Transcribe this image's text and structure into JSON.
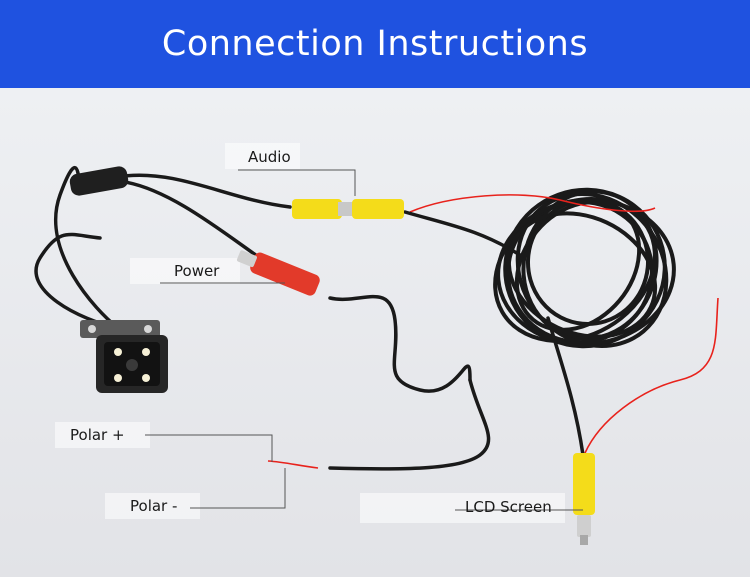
{
  "header": {
    "title": "Connection Instructions",
    "background": "#1f52e0",
    "text_color": "#ffffff"
  },
  "labels": {
    "audio": "Audio",
    "power": "Power",
    "polar_plus": "Polar +",
    "polar_minus": "Polar -",
    "lcd_screen": "LCD Screen"
  },
  "colors": {
    "cable": "#1a1a1a",
    "rca_yellow": "#f4dc1a",
    "dc_red": "#e23a2a",
    "wire_red": "#e8221c",
    "camera_body": "#262626",
    "led": "#f6f0d6",
    "leader_line": "#555555"
  }
}
